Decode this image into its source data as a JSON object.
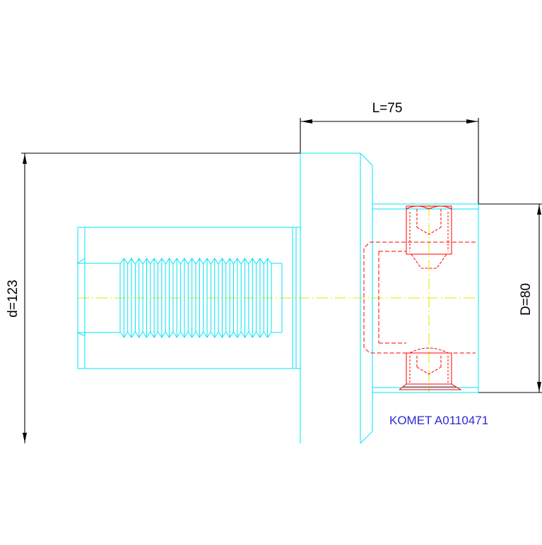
{
  "drawing": {
    "colors": {
      "background": "#ffffff",
      "outline": "#00e5f5",
      "hidden": "#ff0000",
      "centerline": "#e6e600",
      "dimension": "#000000",
      "label": "#2a2ad8"
    },
    "dimensions": {
      "length": "L=75",
      "outer_diameter": "d=123",
      "bore_diameter": "D=80"
    },
    "part_label": "KOMET A0110471"
  }
}
